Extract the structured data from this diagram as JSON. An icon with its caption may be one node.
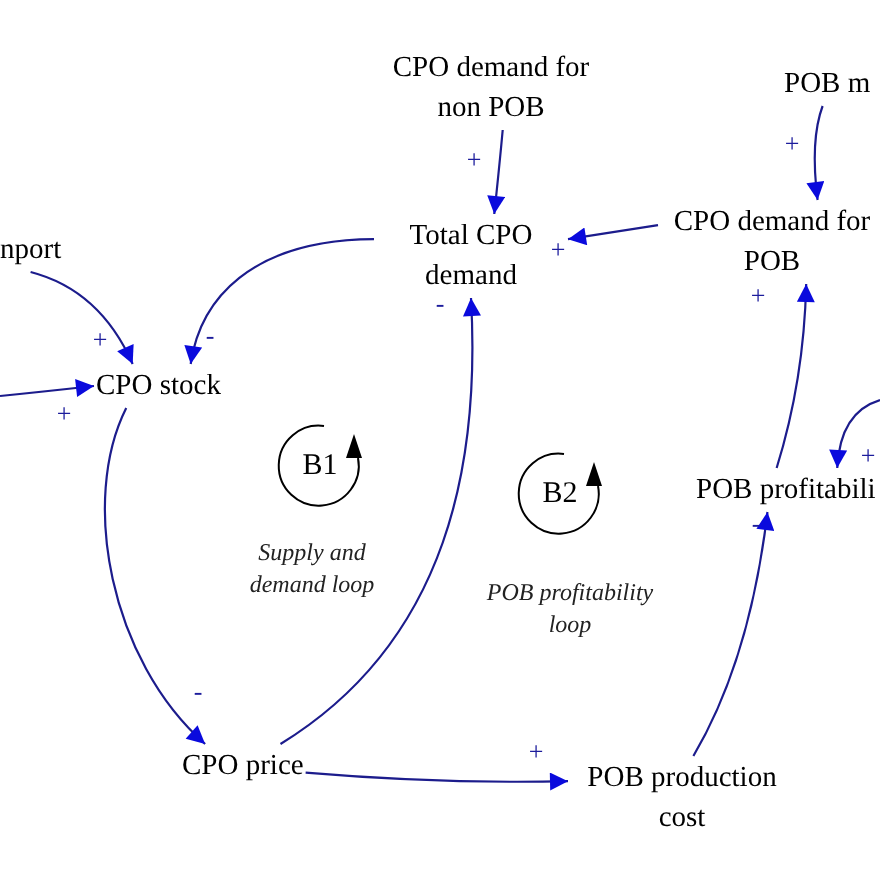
{
  "diagram": {
    "nodes": [
      {
        "text": [
          "CPO demand for non POB"
        ]
      },
      {
        "text": [
          "POB m"
        ]
      },
      {
        "text": [
          "Total CPO demand"
        ]
      },
      {
        "text": [
          "CPO demand for POB"
        ]
      },
      {
        "text": [
          "nport"
        ]
      },
      {
        "text": [
          "CPO stock"
        ]
      },
      {
        "text": [
          "B1"
        ]
      },
      {
        "text": [
          "B2"
        ]
      },
      {
        "text": [
          "POB profitabili"
        ]
      },
      {
        "text": [
          "CPO price"
        ]
      },
      {
        "text": [
          "POB production cost"
        ]
      }
    ],
    "edges": [
      {
        "from": 0,
        "to": 2,
        "arrow": "to",
        "label": "+"
      },
      {
        "from": 3,
        "to": 2,
        "arrow": "to",
        "label": "+"
      },
      {
        "from": 1,
        "to": 3,
        "arrow": "to",
        "label": "+"
      },
      {
        "from": 4,
        "to": 5,
        "arrow": "to",
        "label": "+"
      },
      {
        "from": 2,
        "to": 5,
        "arrow": "to",
        "label": "-"
      },
      {
        "from": null,
        "to": 5,
        "arrow": "to",
        "label": "+"
      },
      {
        "from": 5,
        "to": 9,
        "arrow": "to",
        "label": "-"
      },
      {
        "from": 9,
        "to": 2,
        "arrow": "to",
        "label": "-"
      },
      {
        "from": 9,
        "to": 10,
        "arrow": "to",
        "label": "+"
      },
      {
        "from": 10,
        "to": 8,
        "arrow": "to",
        "label": "-"
      },
      {
        "from": 8,
        "to": 3,
        "arrow": "to",
        "label": "+"
      },
      {
        "from": null,
        "to": 8,
        "arrow": "to",
        "label": "+"
      }
    ],
    "labels": [
      "Supply and demand loop",
      "POB profitability loop"
    ]
  }
}
